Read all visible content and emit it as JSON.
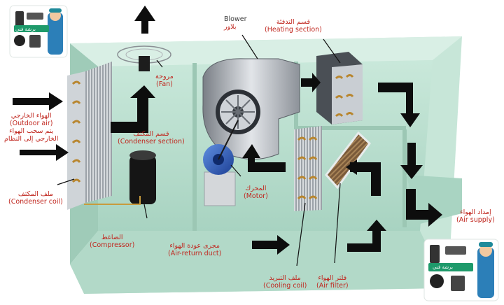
{
  "labels": {
    "fan": {
      "ar": "مروحة",
      "en": "(Fan)"
    },
    "blower": {
      "en": "Blower",
      "ar": "بلاور"
    },
    "heating": {
      "ar": "قسم التدفئة",
      "en": "(Heating section)"
    },
    "outdoor": {
      "ar": "الهواء الخارجي",
      "en": "(Outdoor air)",
      "ar2": "يتم سحب الهواء",
      "ar3": "الخارجي إلى النظام"
    },
    "condenser_section": {
      "ar": "قسم المكثف",
      "en": "(Condenser section)"
    },
    "condenser_coil": {
      "ar": "ملف المكثف",
      "en": "(Condenser coil)"
    },
    "motor": {
      "ar": "المحرك",
      "en": "(Motor)"
    },
    "compressor": {
      "ar": "الضاغط",
      "en": "(Compressor)"
    },
    "air_return": {
      "ar": "مجرى عودة الهواء",
      "en": "(Air-return duct)"
    },
    "cooling_coil": {
      "ar": "ملف التبريد",
      "en": "(Cooling coil)"
    },
    "air_filter": {
      "ar": "فلتر الهواء",
      "en": "(Air filter)"
    },
    "air_supply": {
      "ar": "إمداد الهواء",
      "en": "(Air supply)"
    }
  },
  "badge": {
    "text": "برشة فني"
  },
  "colors": {
    "label": "#c0271f",
    "housing": "#b6dccd",
    "housing_dark": "#8fc1ad",
    "arrow": "#0d0d0d"
  },
  "icons": [
    "technician-icon",
    "gear-icon",
    "fridge-icon",
    "washing-machine-icon",
    "air-conditioner-icon"
  ]
}
